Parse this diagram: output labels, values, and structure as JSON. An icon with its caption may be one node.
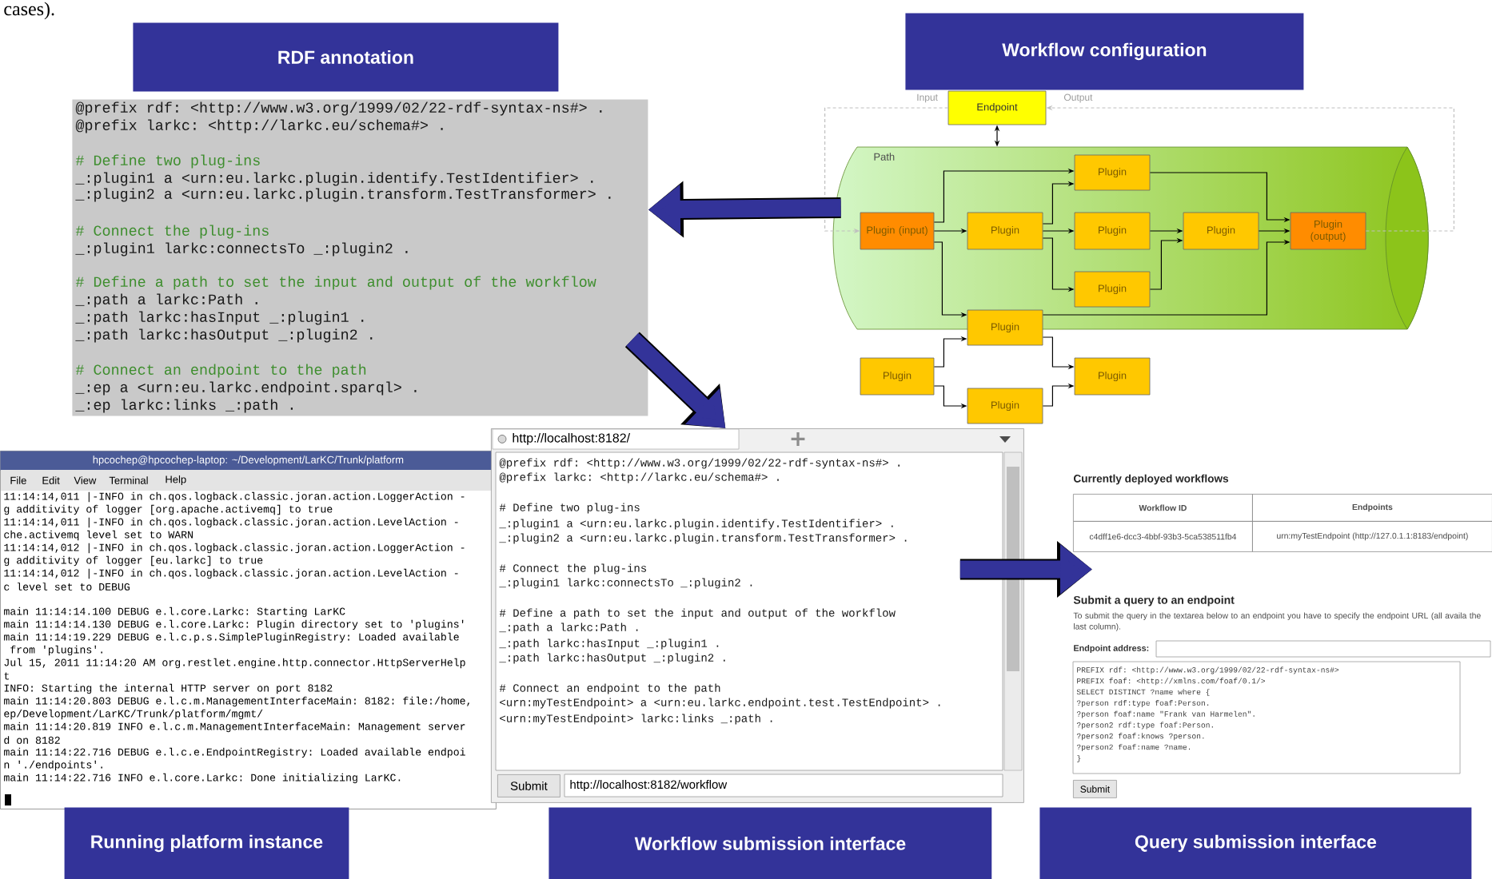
{
  "diagram": {
    "nodes": [
      {
        "text": [
          "RDF annotation"
        ]
      },
      {
        "text": [
          "@prefix rdf: <http://www.w3.org/1999/02/22-rdf-syntax-ns#> .",
          "@prefix larkc: <http://larkc.eu/schema#> .",
          "# Define two plug-ins",
          "_:plugin1 a <urn:eu.larkc.plugin.identify.TestIdentifier> .",
          "_:plugin2 a <urn:eu.larkc.plugin.transform.TestTransformer> .",
          "# Connect the plug-ins",
          "_:plugin1 larkc:connectsTo _:plugin2 .",
          "# Define a path to set the input and output of the workflow",
          "_:path a larkc:Path .",
          "_:path larkc:hasInput _:plugin1 .",
          "_:path larkc:hasOutput _:plugin2 .",
          "# Connect an endpoint to the path",
          "_:ep a <urn:eu.larkc.endpoint.sparql> .",
          "_:ep larkc:links _:path ."
        ]
      },
      {
        "text": [
          "Workflow configuration"
        ]
      },
      {
        "text": [
          "Endpoint"
        ]
      },
      {
        "text": [
          "Path"
        ]
      },
      {
        "text": [
          "Plugin (input)"
        ],
        "in": 4
      },
      {
        "text": [
          "Plugin"
        ],
        "in": 4
      },
      {
        "text": [
          "Plugin"
        ],
        "in": 4
      },
      {
        "text": [
          "Plugin"
        ],
        "in": 4
      },
      {
        "text": [
          "Plugin"
        ],
        "in": 4
      },
      {
        "text": [
          "Plugin"
        ],
        "in": 4
      },
      {
        "text": [
          "Plugin (output)"
        ],
        "in": 4
      },
      {
        "text": [
          "Plugin"
        ]
      },
      {
        "text": [
          "Plugin"
        ]
      },
      {
        "text": [
          "Plugin"
        ]
      },
      {
        "text": [
          "Plugin"
        ]
      },
      {
        "text": [
          "hpcochep@hpcochep-laptop: ~/Development/LarKC/Trunk/platform",
          "File",
          "Edit",
          "View",
          "Terminal",
          "Help",
          "11:14:14,011 |-INFO in ch.qos.logback.classic.joran.action.LoggerAction -",
          "g additivity of logger [org.apache.activemq] to true",
          "11:14:14,011 |-INFO in ch.qos.logback.classic.joran.action.LevelAction -",
          "che.activemq level set to WARN",
          "11:14:14,012 |-INFO in ch.qos.logback.classic.joran.action.LoggerAction -",
          "g additivity of logger [eu.larkc] to true",
          "11:14:14,012 |-INFO in ch.qos.logback.classic.joran.action.LevelAction -",
          "c level set to DEBUG",
          "main 11:14:14.100 DEBUG e.l.core.Larkc: Starting LarKC",
          "main 11:14:14.130 DEBUG e.l.core.Larkc: Plugin directory set to 'plugins'",
          "main 11:14:19.229 DEBUG e.l.c.p.s.SimplePluginRegistry: Loaded available",
          " from 'plugins'.",
          "Jul 15, 2011 11:14:20 AM org.restlet.engine.http.connector.HttpServerHelp",
          "t",
          "INFO: Starting the internal HTTP server on port 8182",
          "main 11:14:20.803 DEBUG e.l.c.m.ManagementInterfaceMain: 8182: file:/home,",
          "ep/Development/LarKC/Trunk/platform/mgmt/",
          "main 11:14:20.819 INFO e.l.c.m.ManagementInterfaceMain: Management server",
          "d on 8182",
          "main 11:14:22.716 DEBUG e.l.c.e.EndpointRegistry: Loaded available endpoi",
          "n './endpoints'.",
          "main 11:14:22.716 INFO e.l.core.Larkc: Done initializing LarKC."
        ]
      },
      {
        "text": [
          "http://localhost:8182/",
          "@prefix rdf: <http://www.w3.org/1999/02/22-rdf-syntax-ns#> .",
          "@prefix larkc: <http://larkc.eu/schema#> .",
          "# Define two plug-ins",
          "_:plugin1 a <urn:eu.larkc.plugin.identify.TestIdentifier> .",
          "_:plugin2 a <urn:eu.larkc.plugin.transform.TestTransformer> .",
          "# Connect the plug-ins",
          "_:plugin1 larkc:connectsTo _:plugin2 .",
          "# Define a path to set the input and output of the workflow",
          "_:path a larkc:Path .",
          "_:path larkc:hasInput _:plugin1 .",
          "_:path larkc:hasOutput _:plugin2 .",
          "# Connect an endpoint to the path",
          "<urn:myTestEndpoint> a <urn:eu.larkc.endpoint.test.TestEndpoint> .",
          "<urn:myTestEndpoint> larkc:links _:path .",
          "Submit",
          "http://localhost:8182/workflow"
        ]
      },
      {
        "text": [
          "Currently deployed workflows",
          "Workflow ID",
          "Endpoints",
          "c4dff1e6-dcc3-4bbf-93b3-5ca538511fb4",
          "urn:myTestEndpoint (http://127.0.1.1:8183/endpoint)",
          "Submit a query to an endpoint",
          "To submit the query in the textarea below to an endpoint you have to specify the endpoint URL (all availa the last column).",
          "Endpoint address:",
          "PREFIX rdf: <http://www.w3.org/1999/02/22-rdf-syntax-ns#>",
          "PREFIX foaf: <http://xmlns.com/foaf/0.1/>",
          "SELECT DISTINCT ?name where {",
          "?person rdf:type foaf:Person.",
          "?person foaf:name \"Frank van Harmelen\".",
          "?person2 rdf:type foaf:Person.",
          "?person2 foaf:knows ?person.",
          "?person2 foaf:name ?name.",
          "}",
          "Submit"
        ]
      },
      {
        "text": [
          "Running platform instance"
        ]
      },
      {
        "text": [
          "Workflow submission interface"
        ]
      },
      {
        "text": [
          "Query submission interface"
        ]
      }
    ],
    "edges": [
      {
        "from": 3,
        "to": 5,
        "arrow": "to",
        "label": "Input",
        "style": "dashed",
        "color": "#c0c0c0"
      },
      {
        "from": 11,
        "to": 3,
        "arrow": "to",
        "label": "Output",
        "style": "dashed",
        "color": "#c0c0c0"
      },
      {
        "from": 3,
        "to": 4,
        "arrow": "both"
      },
      {
        "from": 5,
        "to": 6,
        "arrow": "to"
      },
      {
        "from": 5,
        "to": 7,
        "arrow": "to"
      },
      {
        "from": 5,
        "to": 12,
        "arrow": "to"
      },
      {
        "from": 6,
        "to": 7,
        "arrow": "to"
      },
      {
        "from": 6,
        "to": 8,
        "arrow": "to"
      },
      {
        "from": 6,
        "to": 9,
        "arrow": "to"
      },
      {
        "from": 8,
        "to": 10,
        "arrow": "to"
      },
      {
        "from": 9,
        "to": 10,
        "arrow": "to"
      },
      {
        "from": 7,
        "to": 11,
        "arrow": "to"
      },
      {
        "from": 10,
        "to": 11,
        "arrow": "to"
      },
      {
        "from": 12,
        "to": 11,
        "arrow": "to"
      },
      {
        "from": 13,
        "to": 12,
        "arrow": "to"
      },
      {
        "from": 13,
        "to": 15,
        "arrow": "to"
      },
      {
        "from": 12,
        "to": 14,
        "arrow": "to"
      },
      {
        "from": 15,
        "to": 14,
        "arrow": "to"
      },
      {
        "from": 4,
        "to": 1,
        "arrow": "to",
        "style": "thick",
        "color": "#333399"
      },
      {
        "from": 1,
        "to": 17,
        "arrow": "to",
        "style": "thick",
        "color": "#333399"
      },
      {
        "from": 17,
        "to": 18,
        "arrow": "to",
        "style": "thick",
        "color": "#333399"
      }
    ],
    "labels": [
      "cases)."
    ]
  }
}
